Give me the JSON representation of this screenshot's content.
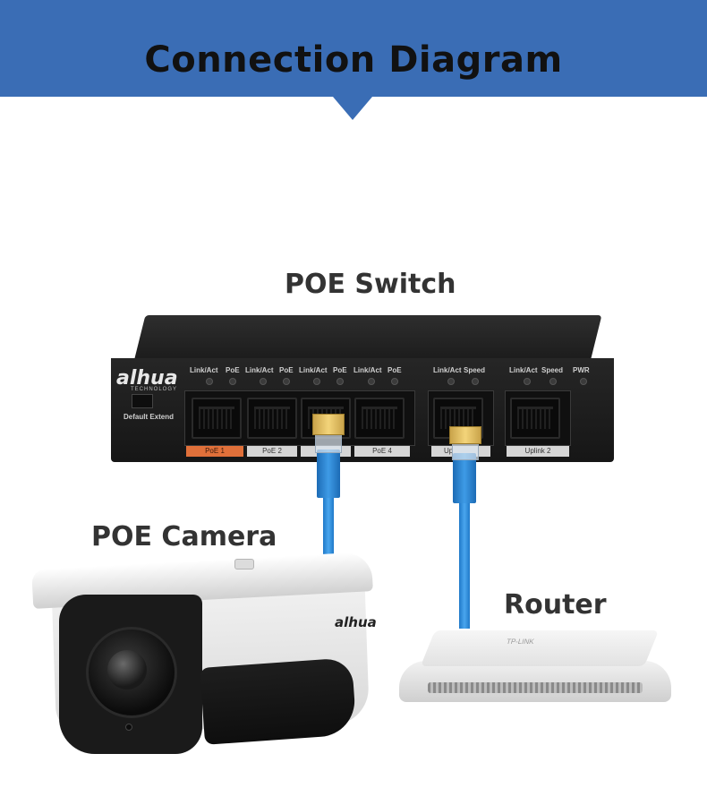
{
  "header": {
    "title": "Connection Diagram"
  },
  "labels": {
    "switch": "POE Switch",
    "camera": "POE Camera",
    "router": "Router"
  },
  "switch": {
    "brand": "alhua",
    "brand_sub": "TECHNOLOGY",
    "led_labels": [
      "Link/Act",
      "PoE",
      "Link/Act",
      "PoE",
      "Link/Act",
      "PoE",
      "Link/Act",
      "PoE",
      "Link/Act",
      "Speed",
      "Link/Act",
      "Speed",
      "PWR"
    ],
    "switch_label": "Default Extend",
    "port_labels": [
      "PoE 1",
      "PoE 2",
      "",
      "PoE 4",
      "Up",
      "Uplink 2"
    ]
  },
  "camera": {
    "brand": "alhua"
  },
  "router": {
    "brand": "TP-LINK"
  },
  "colors": {
    "banner": "#3a6db5",
    "cable": "#2f8de0",
    "poe1_tab": "#e0703a"
  }
}
